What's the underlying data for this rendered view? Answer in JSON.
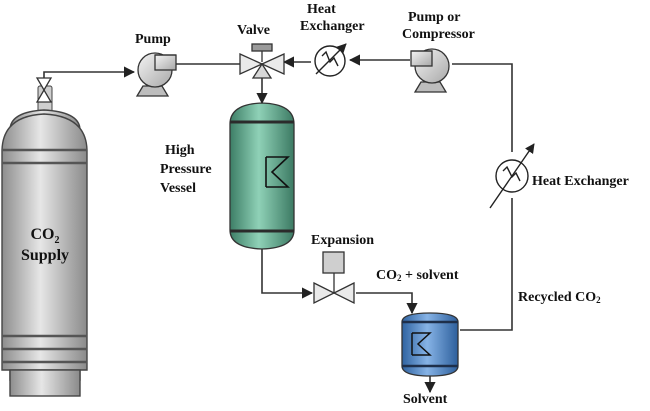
{
  "labels": {
    "pump": "Pump",
    "valve": "Valve",
    "heat_exchanger_top_1": "Heat",
    "heat_exchanger_top_2": "Exchanger",
    "pump_or_compressor_1": "Pump or",
    "pump_or_compressor_2": "Compressor",
    "hp_vessel_1": "High",
    "hp_vessel_2": "Pressure",
    "hp_vessel_3": "Vessel",
    "heat_exchanger_right": "Heat Exchanger",
    "expansion": "Expansion",
    "co2_solvent_a": "CO",
    "co2_solvent_sub": "2",
    "co2_solvent_b": " + solvent",
    "recycled_a": "Recycled CO",
    "recycled_sub": "2",
    "solvent": "Solvent",
    "co2_supply_a": "CO",
    "co2_supply_sub": "2",
    "co2_supply_b": "Supply"
  },
  "colors": {
    "line": "#333333",
    "vessel_green": "#5aa58c",
    "separator_blue": "#4f86c6",
    "tank_grey": "#c9c9c9"
  }
}
